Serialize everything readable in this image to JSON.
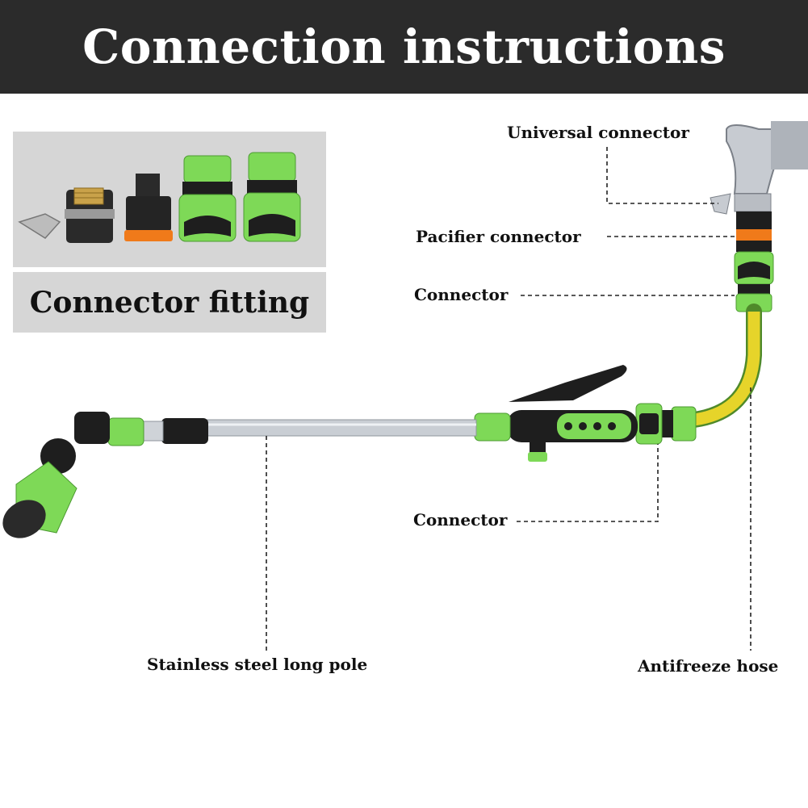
{
  "header": {
    "title": "Connection instructions"
  },
  "fitting": {
    "caption": "Connector fitting"
  },
  "labels": {
    "universal_connector": "Universal connector",
    "pacifier_connector": "Pacifier connector",
    "connector_top": "Connector",
    "connector_bottom": "Connector",
    "pole": "Stainless steel long pole",
    "hose": "Antifreeze hose"
  },
  "colors": {
    "banner": "#2b2b2b",
    "panel": "#d6d6d6",
    "green": "#7ed957",
    "dark": "#1e1e1e",
    "orange": "#f07a1a",
    "hose_yellow": "#e6d42a",
    "steel": "#c9ced4"
  }
}
